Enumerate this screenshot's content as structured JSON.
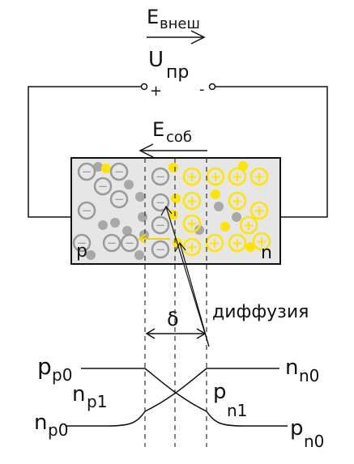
{
  "fields": {
    "external": {
      "main": "E",
      "sub": "внеш"
    },
    "internal": {
      "main": "E",
      "sub": "соб"
    }
  },
  "source": {
    "main": "U",
    "sub": "пр",
    "plus": "+",
    "minus": "-"
  },
  "junction": {
    "p_label": "p",
    "n_label": "n",
    "negative_sign": "−",
    "positive_sign": "+"
  },
  "width_label": "δ",
  "diffusion_label": "диффузия",
  "concentrations": {
    "pp0": {
      "main": "p",
      "sub": "p0"
    },
    "np1": {
      "main": "n",
      "sub": "p1"
    },
    "np0": {
      "main": "n",
      "sub": "p0"
    },
    "nn0": {
      "main": "n",
      "sub": "n0"
    },
    "pn1": {
      "main": "p",
      "sub": "n1"
    },
    "pn0": {
      "main": "p",
      "sub": "n0"
    }
  },
  "colors": {
    "line": "#111111",
    "fill_region": "#e6e6e6",
    "ion_neg": "#9a9a9a",
    "carrier_gray": "#a8a8a8",
    "ion_pos": "#ffe400",
    "carrier_yellow": "#ffe400"
  }
}
